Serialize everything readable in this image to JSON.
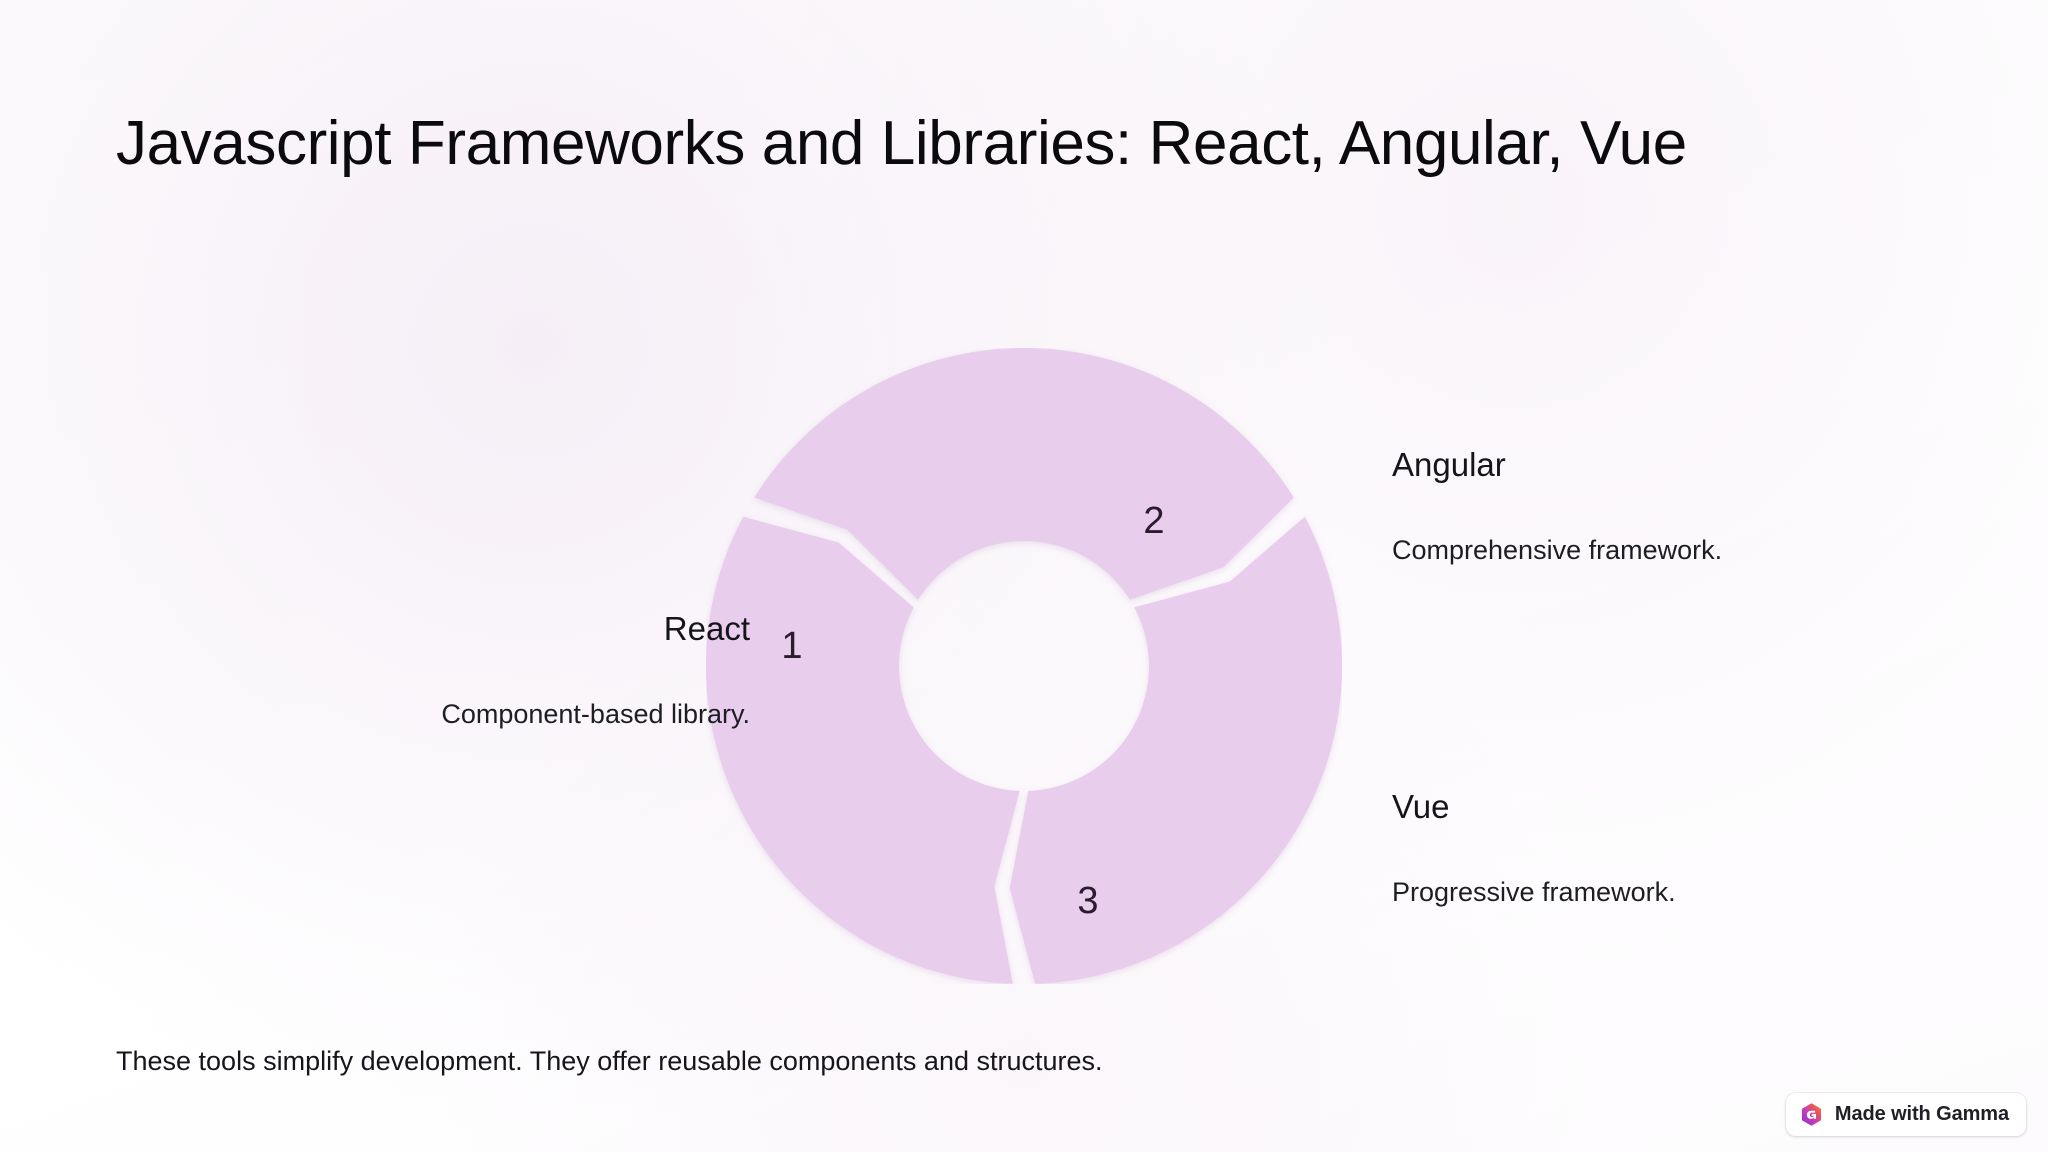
{
  "slide": {
    "title": "Javascript Frameworks and Libraries: React, Angular, Vue",
    "caption": "These tools simplify development. They offer reusable components and structures."
  },
  "chart_data": {
    "type": "pie",
    "title": "Javascript Frameworks and Libraries: React, Angular, Vue",
    "variant": "donut-cycle",
    "categories": [
      "React",
      "Angular",
      "Vue"
    ],
    "values": [
      33.33,
      33.33,
      33.33
    ],
    "labels": [
      "1",
      "2",
      "3"
    ],
    "descriptions": [
      "Component-based library.",
      "Comprehensive framework.",
      "Progressive framework."
    ],
    "segment_fill": "#e8cdec",
    "segment_stroke": "#ffffff",
    "number_color": "#2b1b2e",
    "legend": "callouts",
    "grid": false,
    "start_angle_deg": -60,
    "sweep_per_segment_deg": 120,
    "outer_radius_px": 318,
    "inner_radius_px": 125
  },
  "callouts": [
    {
      "id": "react",
      "number": "1",
      "title": "React",
      "description": "Component-based library."
    },
    {
      "id": "angular",
      "number": "2",
      "title": "Angular",
      "description": "Comprehensive framework."
    },
    {
      "id": "vue",
      "number": "3",
      "title": "Vue",
      "description": "Progressive framework."
    }
  ],
  "badge": {
    "label": "Made with Gamma",
    "logo_icon": "gamma-cube-icon",
    "logo_gradient_from": "#a03ad6",
    "logo_gradient_to": "#f0693c"
  },
  "colors": {
    "accent": "#e8cdec",
    "text": "#0b0b0d",
    "number": "#2b1b2e",
    "background": "#ffffff"
  }
}
